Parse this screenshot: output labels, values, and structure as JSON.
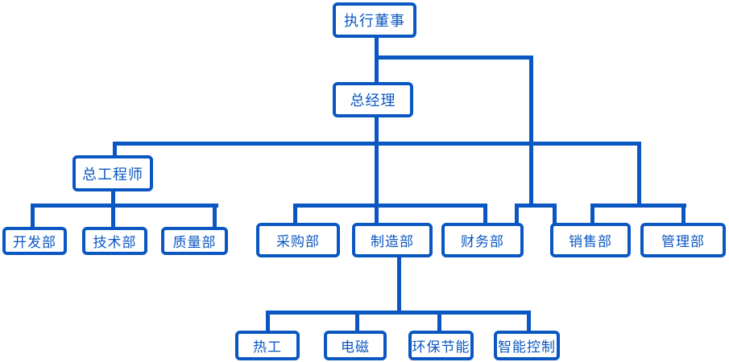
{
  "diagram": {
    "type": "org-chart",
    "accent_color": "#0b57c2",
    "background_color": "#ffffff",
    "nodes": {
      "executive_director": "执行董事",
      "general_manager": "总经理",
      "chief_engineer": "总工程师",
      "development": "开发部",
      "technology": "技术部",
      "quality": "质量部",
      "purchasing": "采购部",
      "manufacturing": "制造部",
      "finance": "财务部",
      "sales": "销售部",
      "administration": "管理部",
      "thermal": "热工",
      "electromagnetic": "电磁",
      "energy_saving": "环保节能",
      "intelligent_control": "智能控制"
    },
    "edges": [
      {
        "from": "executive_director",
        "to": "general_manager"
      },
      {
        "from": "executive_director",
        "to": "finance"
      },
      {
        "from": "executive_director",
        "to": "sales"
      },
      {
        "from": "general_manager",
        "to": "chief_engineer"
      },
      {
        "from": "general_manager",
        "to": "purchasing"
      },
      {
        "from": "general_manager",
        "to": "manufacturing"
      },
      {
        "from": "general_manager",
        "to": "finance"
      },
      {
        "from": "general_manager",
        "to": "sales"
      },
      {
        "from": "general_manager",
        "to": "administration"
      },
      {
        "from": "chief_engineer",
        "to": "development"
      },
      {
        "from": "chief_engineer",
        "to": "technology"
      },
      {
        "from": "chief_engineer",
        "to": "quality"
      },
      {
        "from": "manufacturing",
        "to": "thermal"
      },
      {
        "from": "manufacturing",
        "to": "electromagnetic"
      },
      {
        "from": "manufacturing",
        "to": "energy_saving"
      },
      {
        "from": "manufacturing",
        "to": "intelligent_control"
      }
    ]
  }
}
